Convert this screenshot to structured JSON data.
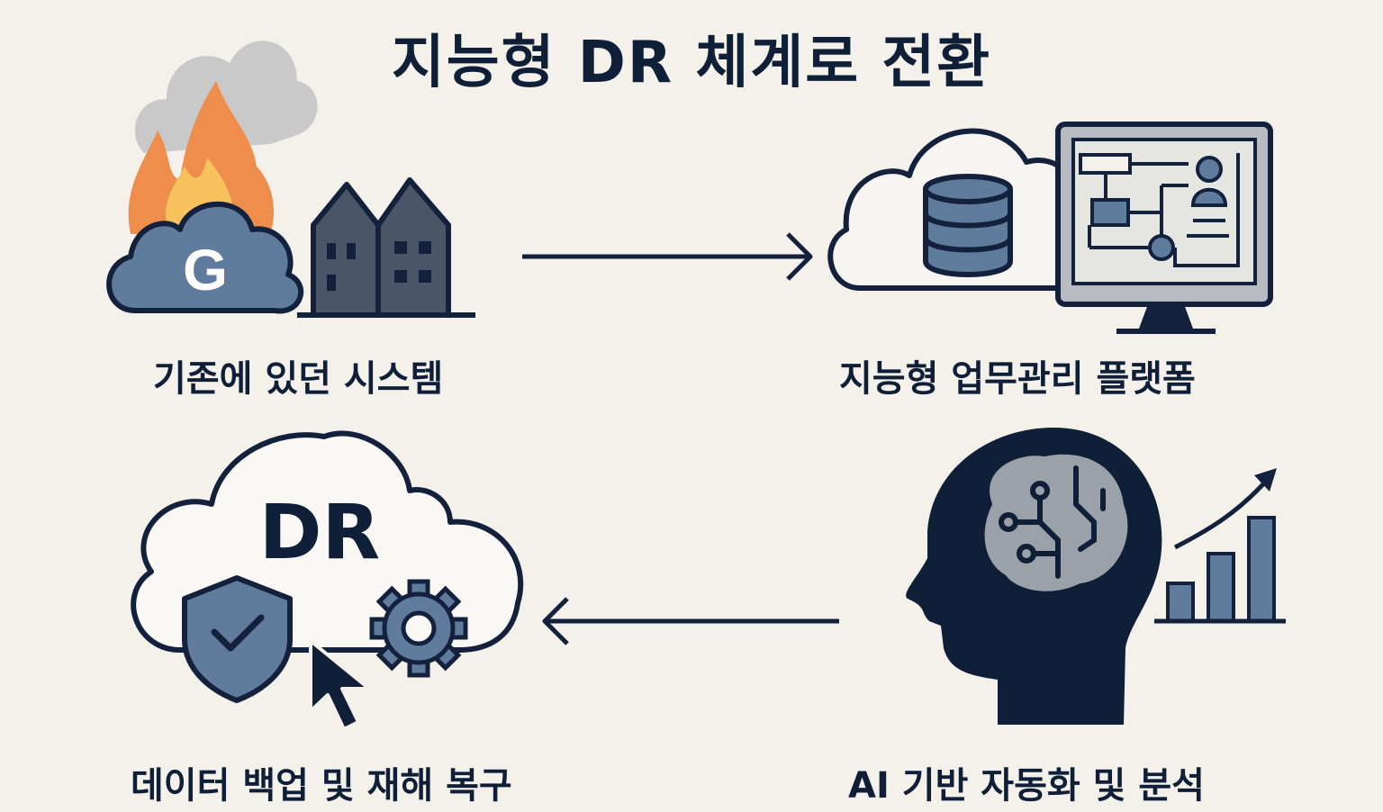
{
  "title": "지능형 DR 체계로 전환",
  "nodes": {
    "legacy": {
      "label": "기존에 있던 시스템",
      "cloud_letter": "G"
    },
    "platform": {
      "label": "지능형 업무관리 플랫폼"
    },
    "ai": {
      "label": "AI 기반 자동화 및 분석"
    },
    "dr": {
      "label": "데이터 백업 및 재해 복구",
      "cloud_text": "DR"
    }
  },
  "colors": {
    "background": "#f4f0ea",
    "navy": "#0f1f38",
    "slate_blue": "#5f7c9d",
    "gray": "#9aa1a8",
    "fire_orange": "#ef8e4c",
    "fire_yellow": "#f7c15c",
    "smoke": "#c9c9c9"
  }
}
